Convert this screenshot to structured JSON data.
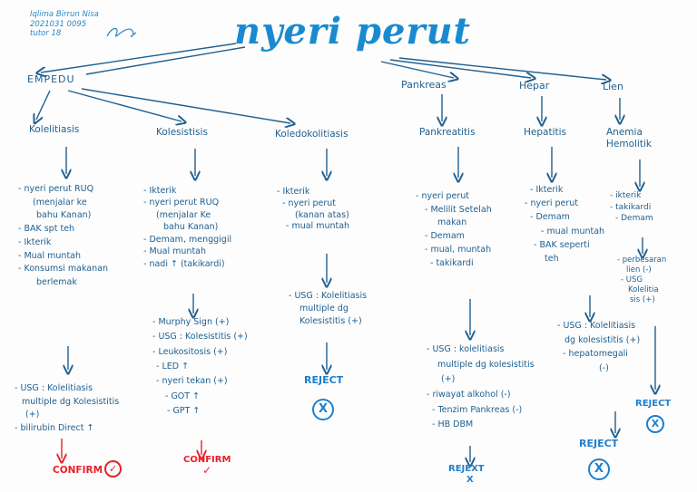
{
  "author": {
    "name": "Iqlima Birrun Nisa",
    "id": "2021031 0095",
    "tutor": "tutor 18"
  },
  "title": "nyeri perut",
  "colors": {
    "ink": "#1f5f8f",
    "title": "#1a8ad0",
    "confirm": "#e8202a",
    "reject": "#1d7fcf"
  },
  "organs": {
    "empedu": "EMPEDU",
    "pankreas": "Pankreas",
    "hepar": "Hepar",
    "lien": "Lien"
  },
  "diseases": {
    "kolelitiasis": {
      "name": "Kolelitiasis",
      "symptoms": [
        "- nyeri perut RUQ",
        "(menjalar ke",
        "bahu Kanan)",
        "- BAK spt teh",
        "- Ikterik",
        "- Mual muntah",
        "- Konsumsi makanan",
        "berlemak"
      ],
      "tests": [
        "- USG : Kolelitiasis",
        "multiple dg Kolesistitis",
        "(+)",
        "- bilirubin Direct ↑"
      ],
      "verdict": "CONFIRM"
    },
    "kolesistitis": {
      "name": "Kolesistisis",
      "symptoms": [
        "- Ikterik",
        "- nyeri perut RUQ",
        "(menjalar Ke",
        "bahu Kanan)",
        "- Demam, menggigil",
        "- Mual muntah",
        "- nadi ↑ (takikardi)"
      ],
      "tests": [
        "- Murphy Sign (+)",
        "- USG : Kolesistitis (+)",
        "- Leukositosis (+)",
        "- LED ↑",
        "- nyeri tekan (+)",
        "- GOT ↑",
        "- GPT ↑"
      ],
      "verdict": "CONFIRM"
    },
    "koledokolitiasis": {
      "name": "Koledokolitiasis",
      "symptoms": [
        "- Ikterik",
        "- nyeri perut",
        "(kanan atas)",
        "- mual muntah"
      ],
      "tests": [
        "- USG : Kolelitiasis",
        "multiple dg",
        "Kolesistitis (+)"
      ],
      "verdict": "REJECT"
    },
    "pankreatitis": {
      "name": "Pankreatitis",
      "symptoms": [
        "- nyeri perut",
        "- Melilit Setelah",
        "makan",
        "- Demam",
        "- mual, muntah",
        "- takikardi"
      ],
      "tests": [
        "- USG : kolelitiasis",
        "multiple dg kolesistitis",
        "(+)",
        "- riwayat alkohol (-)",
        "- Tenzim Pankreas (-)",
        "- HB DBM"
      ],
      "verdict": "REJEXT"
    },
    "hepatitis": {
      "name": "Hepatitis",
      "symptoms": [
        "- Ikterik",
        "- nyeri perut",
        "- Demam",
        "- mual muntah",
        "- BAK seperti",
        "teh"
      ],
      "tests": [
        "- USG : Kolelitiasis",
        "dg kolesistitis (+)",
        "- hepatomegali",
        "(-)"
      ],
      "verdict": "REJECT"
    },
    "anemia_hemolitik": {
      "name_line1": "Anemia",
      "name_line2": "Hemolitik",
      "symptoms": [
        "- ikterik",
        "- takikardi",
        "- Demam"
      ],
      "tests": [
        "- perbesaran",
        "lien (-)",
        "- USG",
        "Kolelitia",
        "sis (+)"
      ],
      "verdict": "REJECT"
    }
  },
  "verdict_marks": {
    "check": "✓",
    "cross": "X"
  }
}
